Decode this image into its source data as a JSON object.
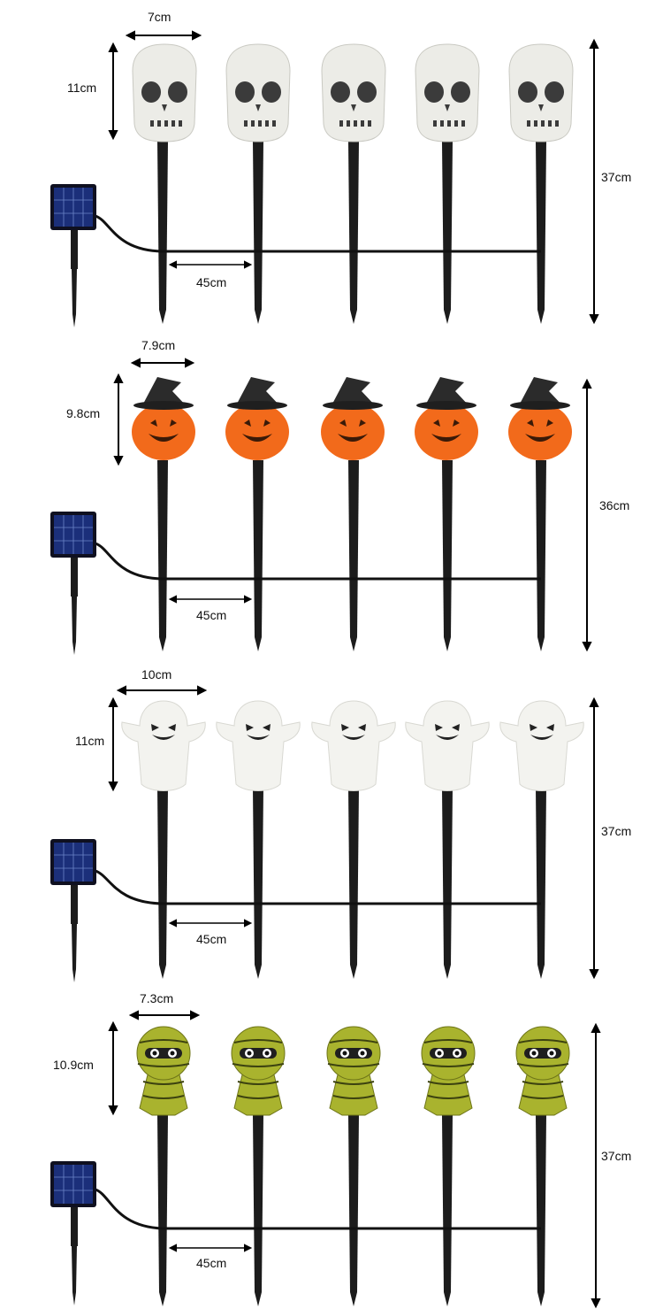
{
  "products": [
    {
      "name": "skull",
      "head_width": "7cm",
      "head_height": "11cm",
      "spacing": "45cm",
      "total_height": "37cm",
      "head_color": "#eeeeea"
    },
    {
      "name": "pumpkin",
      "head_width": "7.9cm",
      "head_height": "9.8cm",
      "spacing": "45cm",
      "total_height": "36cm",
      "head_color": "#f26a1b"
    },
    {
      "name": "ghost",
      "head_width": "10cm",
      "head_height": "11cm",
      "spacing": "45cm",
      "total_height": "37cm",
      "head_color": "#f3f3ef"
    },
    {
      "name": "mummy",
      "head_width": "7.3cm",
      "head_height": "10.9cm",
      "spacing": "45cm",
      "total_height": "37cm",
      "head_color": "#a9b32e"
    }
  ]
}
